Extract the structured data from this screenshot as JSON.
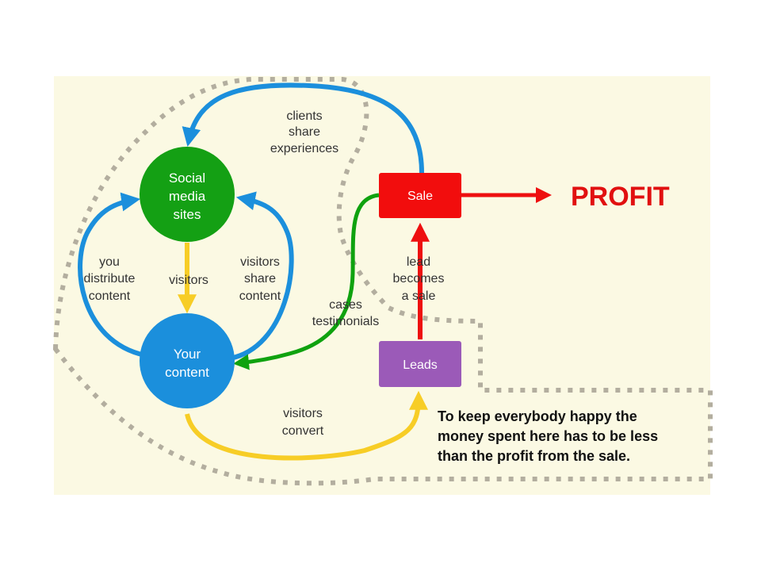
{
  "colors": {
    "panel": "#fbf9e3",
    "dots": "#b3ae9f",
    "blue": "#1b8fdc",
    "green": "#0fa20f",
    "yellow": "#f7cd26",
    "red": "#ee0f0f",
    "purple": "#9b5ab8",
    "profit": "#e11010"
  },
  "nodes": {
    "social": {
      "line1": "Social",
      "line2": "media",
      "line3": "sites",
      "shape": "circle",
      "color": "#14a014"
    },
    "content": {
      "line1": "Your",
      "line2": "content",
      "shape": "circle",
      "color": "#1b8fdc"
    },
    "sale": {
      "label": "Sale",
      "shape": "box",
      "color": "#f20d0d"
    },
    "leads": {
      "label": "Leads",
      "shape": "box",
      "color": "#9b5ab8"
    }
  },
  "labels": {
    "clients": {
      "line1": "clients",
      "line2": "share",
      "line3": "experiences"
    },
    "distribute": {
      "line1": "you",
      "line2": "distribute",
      "line3": "content"
    },
    "visitors": "visitors",
    "visitors_share": {
      "line1": "visitors",
      "line2": "share",
      "line3": "content"
    },
    "lead_sale": {
      "line1": "lead",
      "line2": "becomes",
      "line3": "a sale"
    },
    "cases": {
      "line1": "cases",
      "line2": "testimonials"
    },
    "convert": {
      "line1": "visitors",
      "line2": "convert"
    }
  },
  "profit": "PROFIT",
  "note": {
    "line1": "To keep everybody happy the",
    "line2": "money spent here has to be less",
    "line3": "than the profit from the sale."
  }
}
